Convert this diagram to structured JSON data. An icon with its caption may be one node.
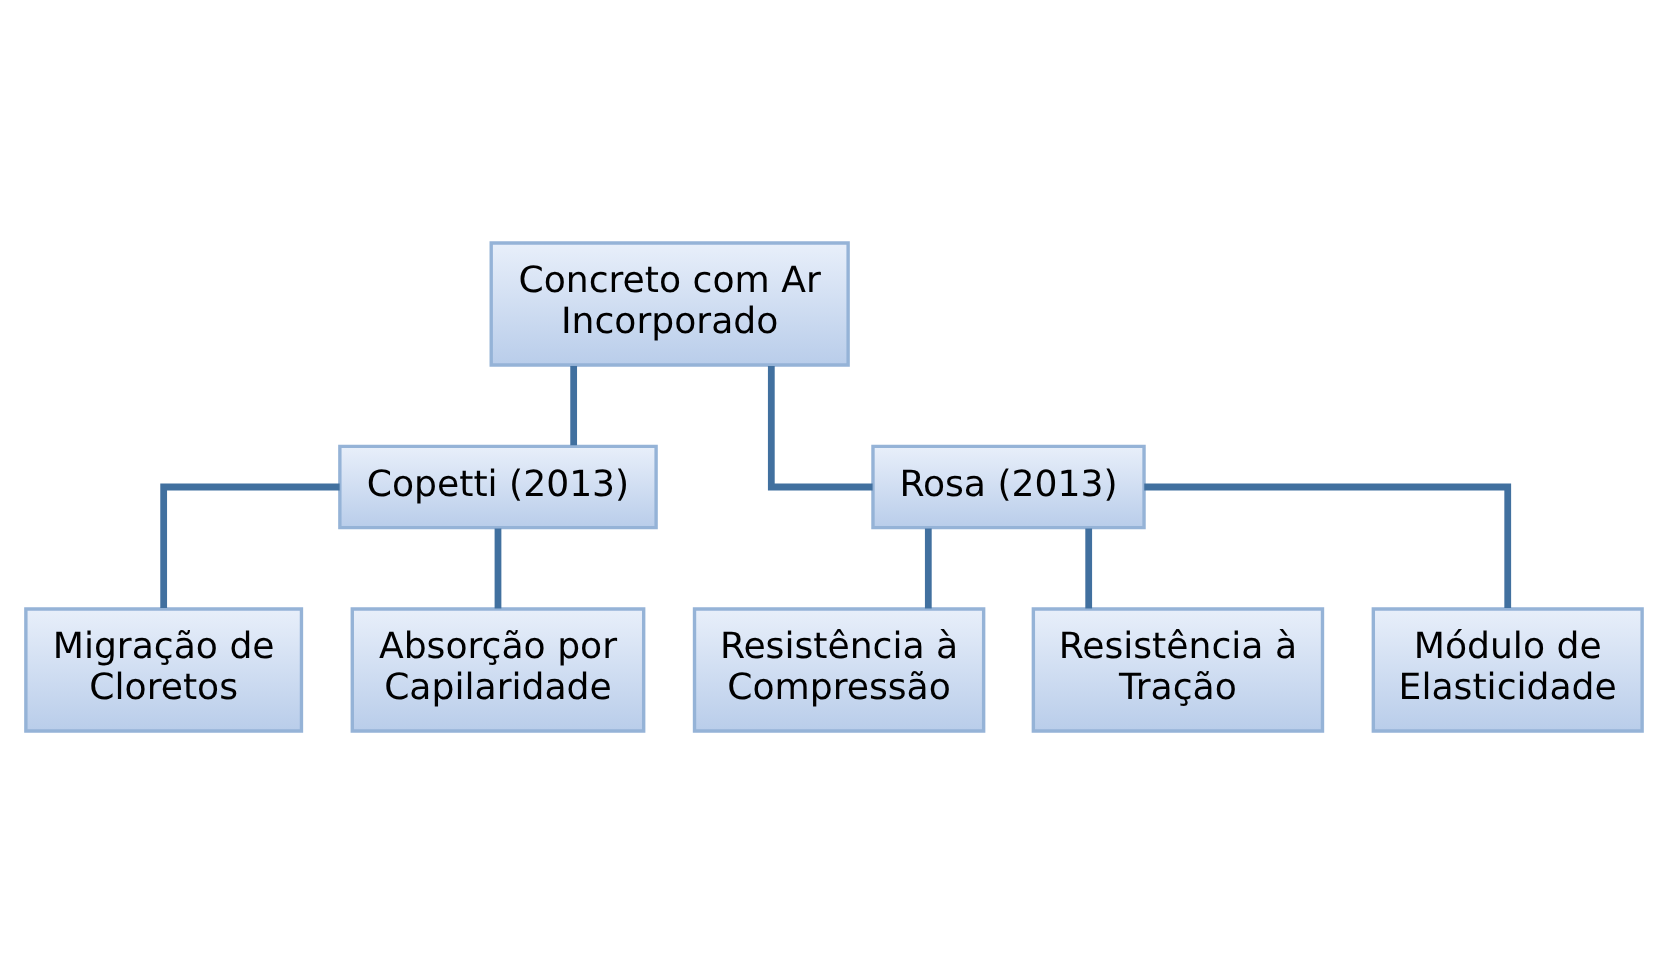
{
  "diagram": {
    "nodes": [
      {
        "text": [
          "Concreto com Ar Incorporado"
        ]
      },
      {
        "text": [
          "Copetti (2013)"
        ]
      },
      {
        "text": [
          "Rosa (2013)"
        ]
      },
      {
        "text": [
          "Migração de Cloretos"
        ]
      },
      {
        "text": [
          "Absorção por Capilaridade"
        ]
      },
      {
        "text": [
          "Resistência à Compressão"
        ]
      },
      {
        "text": [
          "Resistência à Tração"
        ]
      },
      {
        "text": [
          "Módulo de Elasticidade"
        ]
      }
    ],
    "edges": [
      {
        "from": 0,
        "to": 1,
        "arrow": "none"
      },
      {
        "from": 0,
        "to": 2,
        "arrow": "none"
      },
      {
        "from": 1,
        "to": 3,
        "arrow": "none"
      },
      {
        "from": 1,
        "to": 4,
        "arrow": "none"
      },
      {
        "from": 2,
        "to": 5,
        "arrow": "none"
      },
      {
        "from": 2,
        "to": 6,
        "arrow": "none"
      },
      {
        "from": 2,
        "to": 7,
        "arrow": "none"
      }
    ]
  }
}
